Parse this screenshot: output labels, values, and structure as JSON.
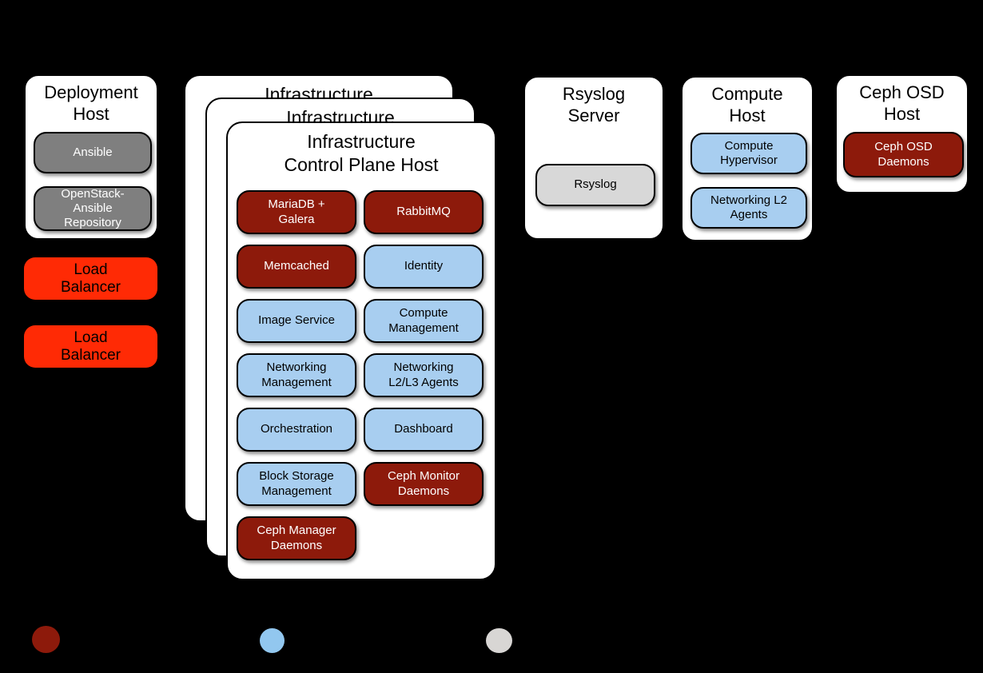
{
  "colors": {
    "background": "#000000",
    "host_box": "#FFFFFF",
    "infrastructure_service": "#8D1A0B",
    "openstack_service": "#A8CEF0",
    "deployment_service": "#7F7F7F",
    "logging_service": "#D8D8D8",
    "load_balancer": "#FF2A05"
  },
  "hosts": {
    "deployment": {
      "title": "Deployment Host",
      "services": [
        {
          "label": "Ansible",
          "type": "deployment_service"
        },
        {
          "label": "OpenStack-Ansible Repository",
          "type": "deployment_service"
        }
      ]
    },
    "infrastructure": {
      "title_line1": "Infrastructure",
      "title_line2": "Control Plane Host",
      "stacked_instances": 3,
      "left_column": [
        {
          "label": "MariaDB + Galera",
          "type": "infrastructure_service"
        },
        {
          "label": "Memcached",
          "type": "infrastructure_service"
        },
        {
          "label": "Image Service",
          "type": "openstack_service"
        },
        {
          "label": "Networking Management",
          "type": "openstack_service"
        },
        {
          "label": "Orchestration",
          "type": "openstack_service"
        },
        {
          "label": "Block Storage Management",
          "type": "openstack_service"
        },
        {
          "label": "Ceph Manager Daemons",
          "type": "infrastructure_service"
        }
      ],
      "right_column": [
        {
          "label": "RabbitMQ",
          "type": "infrastructure_service"
        },
        {
          "label": "Identity",
          "type": "openstack_service"
        },
        {
          "label": "Compute Management",
          "type": "openstack_service"
        },
        {
          "label": "Networking L2/L3 Agents",
          "type": "openstack_service"
        },
        {
          "label": "Dashboard",
          "type": "openstack_service"
        },
        {
          "label": "Ceph Monitor Daemons",
          "type": "infrastructure_service"
        }
      ]
    },
    "rsyslog": {
      "title": "Rsyslog Server",
      "services": [
        {
          "label": "Rsyslog",
          "type": "logging_service"
        }
      ]
    },
    "compute": {
      "title": "Compute Host",
      "services": [
        {
          "label": "Compute Hypervisor",
          "type": "openstack_service"
        },
        {
          "label": "Networking L2 Agents",
          "type": "openstack_service"
        }
      ]
    },
    "ceph_osd": {
      "title": "Ceph OSD Host",
      "services": [
        {
          "label": "Ceph OSD Daemons",
          "type": "infrastructure_service"
        }
      ]
    }
  },
  "load_balancers": [
    {
      "label": "Load Balancer"
    },
    {
      "label": "Load Balancer"
    }
  ],
  "legend": [
    {
      "name": "infrastructure-service-dot",
      "color": "#8D1A0B"
    },
    {
      "name": "openstack-service-dot",
      "color": "#92C7EF"
    },
    {
      "name": "logging-service-dot",
      "color": "#D8D6D4"
    }
  ]
}
